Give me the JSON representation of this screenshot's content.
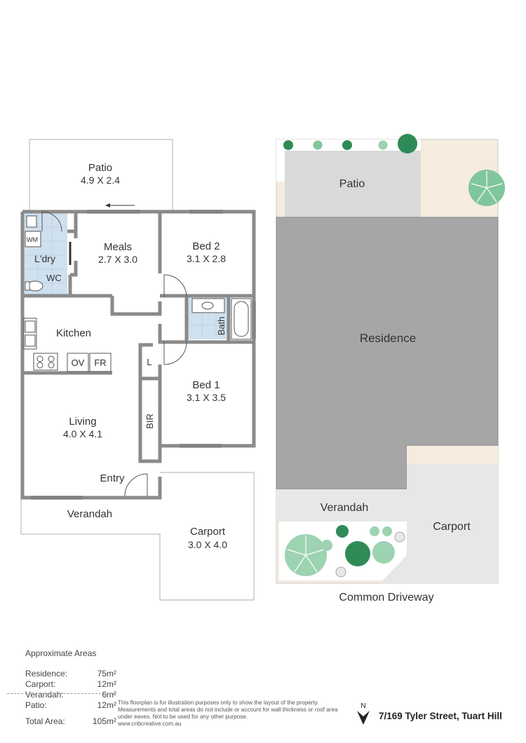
{
  "floorplan": {
    "rooms": {
      "patio": {
        "name": "Patio",
        "dims": "4.9 X 2.4"
      },
      "meals": {
        "name": "Meals",
        "dims": "2.7 X 3.0"
      },
      "bed2": {
        "name": "Bed 2",
        "dims": "3.1 X 2.8"
      },
      "laundry": {
        "name": "L'dry"
      },
      "wm": {
        "name": "WM"
      },
      "wc": {
        "name": "WC"
      },
      "kitchen": {
        "name": "Kitchen"
      },
      "oven": {
        "name": "OV"
      },
      "fridge": {
        "name": "FR"
      },
      "bath": {
        "name": "Bath"
      },
      "linen": {
        "name": "L"
      },
      "bed1": {
        "name": "Bed 1",
        "dims": "3.1 X 3.5"
      },
      "bir": {
        "name": "BIR"
      },
      "living": {
        "name": "Living",
        "dims": "4.0 X 4.1"
      },
      "entry": {
        "name": "Entry"
      },
      "verandah": {
        "name": "Verandah"
      },
      "carport": {
        "name": "Carport",
        "dims": "3.0 X 4.0"
      }
    }
  },
  "siteplan": {
    "patio": "Patio",
    "residence": "Residence",
    "verandah": "Verandah",
    "carport": "Carport",
    "driveway": "Common Driveway"
  },
  "areas": {
    "heading": "Approximate Areas",
    "rows": [
      {
        "label": "Residence:",
        "value": "75m²"
      },
      {
        "label": "Carport:",
        "value": "12m²"
      },
      {
        "label": "Verandah:",
        "value": "6m²"
      },
      {
        "label": "Patio:",
        "value": "12m²"
      }
    ],
    "total": {
      "label": "Total Area:",
      "value": "105m²"
    }
  },
  "disclaimer": {
    "text": "This floorplan is for illustration purposes only to show the layout of the property. Measurements and total areas do not include or account for wall thickness or roof area under eaves. Not to be used for any other purpose.",
    "website": "www.cribcreative.com.au"
  },
  "north_label": "N",
  "address": "7/169 Tyler Street, Tuart Hill",
  "colors": {
    "wall": "#8a8a8a",
    "wet_area": "#cfe0ee",
    "site_residence": "#a6a6a6",
    "site_patio": "#d9d9d9",
    "site_outdoor": "#e7e7e7",
    "site_garden": "#f6ecde",
    "tree_dark": "#2e8b57",
    "tree_light": "#9dd3b1"
  }
}
